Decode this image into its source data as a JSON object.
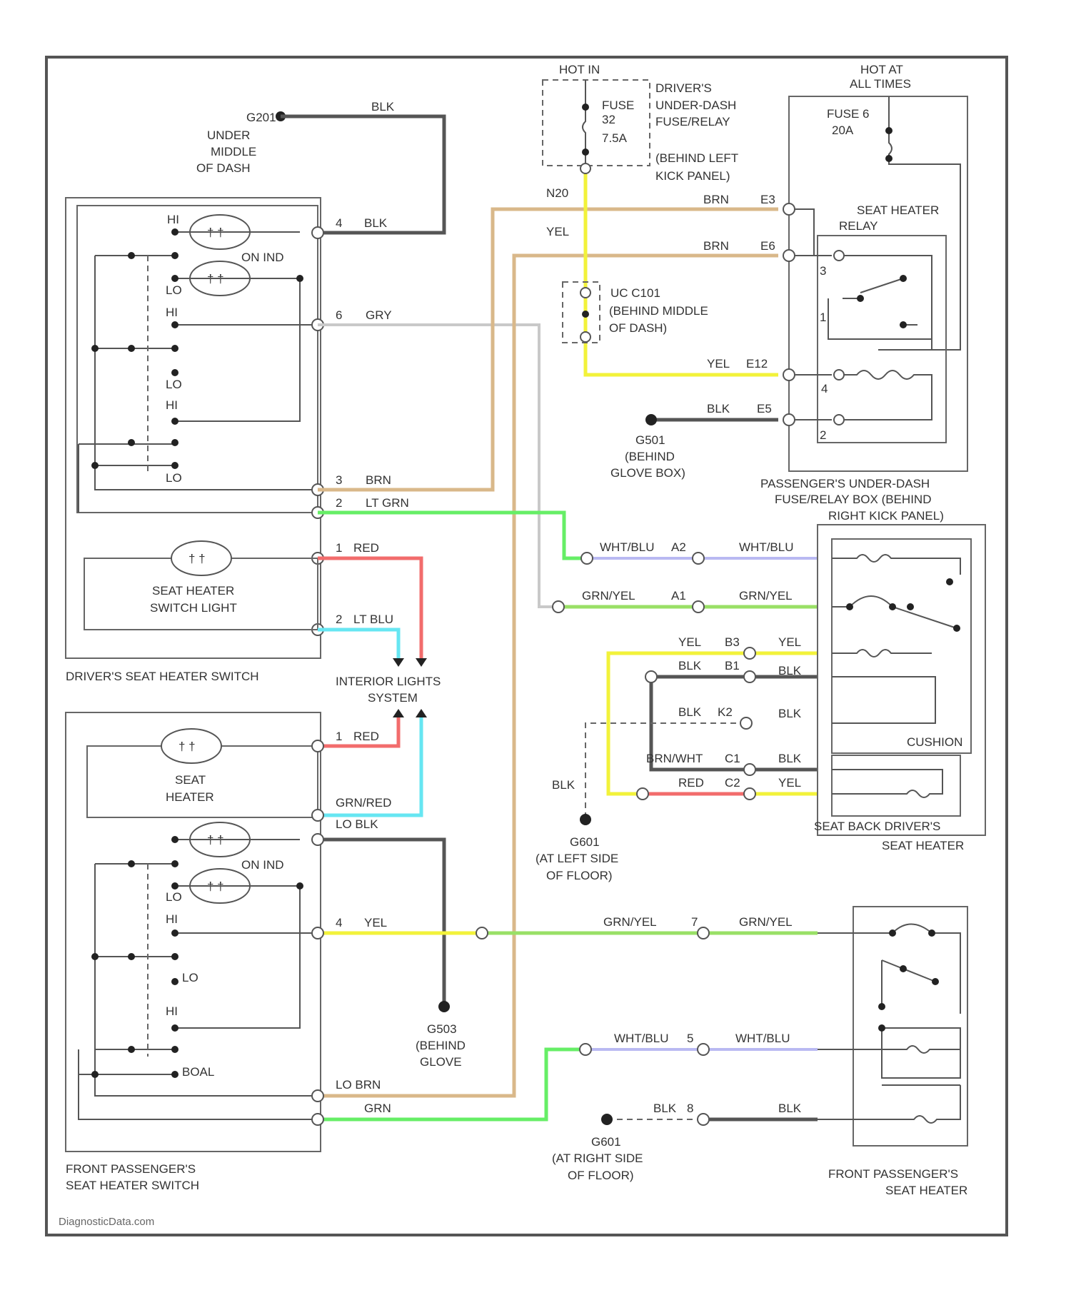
{
  "labels": {
    "ground_g201_top": "G201",
    "under_middle_dash": [
      "UNDER",
      "MIDDLE",
      "OF DASH"
    ],
    "hot_in": "HOT IN",
    "drivers_under_dash": [
      "DRIVER'S",
      "UNDER-DASH",
      "FUSE/RELAY"
    ],
    "fuse_32": [
      "FUSE",
      "32",
      "7.5A"
    ],
    "behind_left_kick": [
      "(BEHIND LEFT",
      "KICK PANEL)"
    ],
    "hot_at_all_times": [
      "HOT AT",
      "ALL TIMES"
    ],
    "fuse_6": [
      "FUSE 6",
      "20A"
    ],
    "seat_heater_relay": [
      "SEAT HEATER",
      "RELAY"
    ],
    "uc_c101": [
      "UC C101",
      "(BEHIND MIDDLE",
      "OF DASH)"
    ],
    "g501": [
      "G501",
      "(BEHIND",
      "GLOVE BOX)"
    ],
    "pass_under_dash_box": [
      "PASSENGER'S UNDER-DASH",
      "FUSE/RELAY BOX (BEHIND",
      "RIGHT KICK PANEL)"
    ],
    "switch_light": [
      "SEAT HEATER",
      "SWITCH LIGHT"
    ],
    "drivers_switch": "DRIVER'S SEAT HEATER SWITCH",
    "interior_lights": [
      "INTERIOR LIGHTS",
      "SYSTEM"
    ],
    "seat_heater": [
      "SEAT",
      "HEATER"
    ],
    "cushion": "CUSHION",
    "seat_back_drivers": [
      "SEAT BACK DRIVER'S",
      "SEAT HEATER"
    ],
    "g601": [
      "G601",
      "(AT LEFT SIDE",
      "OF FLOOR)"
    ],
    "g503": [
      "G503",
      "(BEHIND",
      "GLOVE"
    ],
    "front_pass_switch": [
      "FRONT PASSENGER'S",
      "SEAT HEATER SWITCH"
    ],
    "g601_right": [
      "G601",
      "(AT RIGHT SIDE",
      "OF FLOOR)"
    ],
    "front_pass_heater": [
      "FRONT PASSENGER'S",
      "SEAT HEATER"
    ],
    "watermark": "DiagnosticData.com"
  },
  "switch_labels": {
    "hi": "HI",
    "lo": "LO",
    "on_ind": "ON IND",
    "boal": "BOAL"
  },
  "wires": {
    "blk": "BLK",
    "gry": "GRY",
    "brn": "BRN",
    "lt_grn": "LT GRN",
    "red": "RED",
    "lt_blu": "LT BLU",
    "yel": "YEL",
    "wht_blu": "WHT/BLU",
    "grn_yel": "GRN/YEL",
    "brn_wht": "BRN/WHT",
    "grn_red": "GRN/RED",
    "lo_brn": "LO BRN",
    "grn": "GRN",
    "lo_blk": "LO BLK"
  },
  "pins": {
    "p4": "4",
    "p6": "6",
    "p3": "3",
    "p2": "2",
    "p1": "1",
    "e3": "E3",
    "e6": "E6",
    "e12": "E12",
    "e5": "E5",
    "a2": "A2",
    "a1": "A1",
    "b3": "B3",
    "b1": "B1",
    "k2": "K2",
    "c1": "C1",
    "c2": "C2",
    "p7": "7",
    "p5": "5",
    "p8": "8",
    "n20": "N20"
  },
  "colors": {
    "blk": "#555555",
    "gry": "#c9c9c9",
    "brn": "#d9b88a",
    "yel": "#f2f23a",
    "grn": "#66ee66",
    "red": "#f26c6c",
    "blu": "#66e6f2",
    "wht_blu": "#b9b9f2"
  }
}
